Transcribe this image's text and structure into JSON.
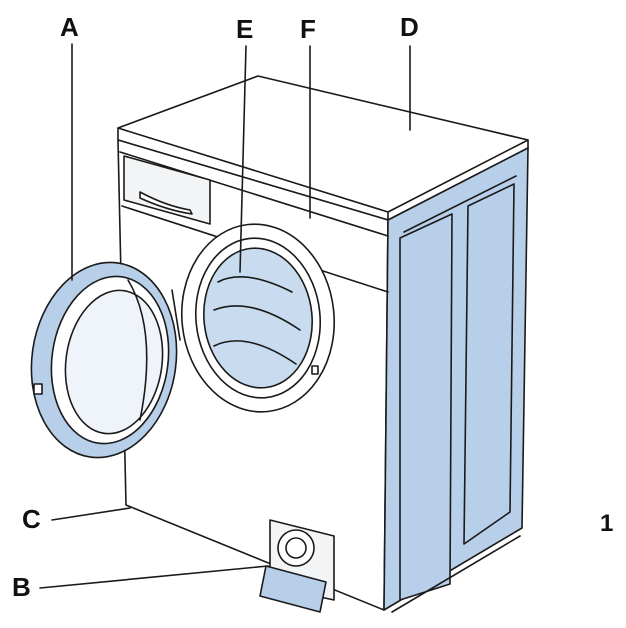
{
  "colors": {
    "line": "#1a1a1a",
    "panel_blue": "#b7cfe8",
    "glass_blue": "#c9dcef",
    "face": "#ffffff",
    "shade": "#f2f4f6"
  },
  "callouts": {
    "a": "A",
    "b": "B",
    "c": "C",
    "d": "D",
    "e": "E",
    "f": "F"
  },
  "figure_number": "1"
}
